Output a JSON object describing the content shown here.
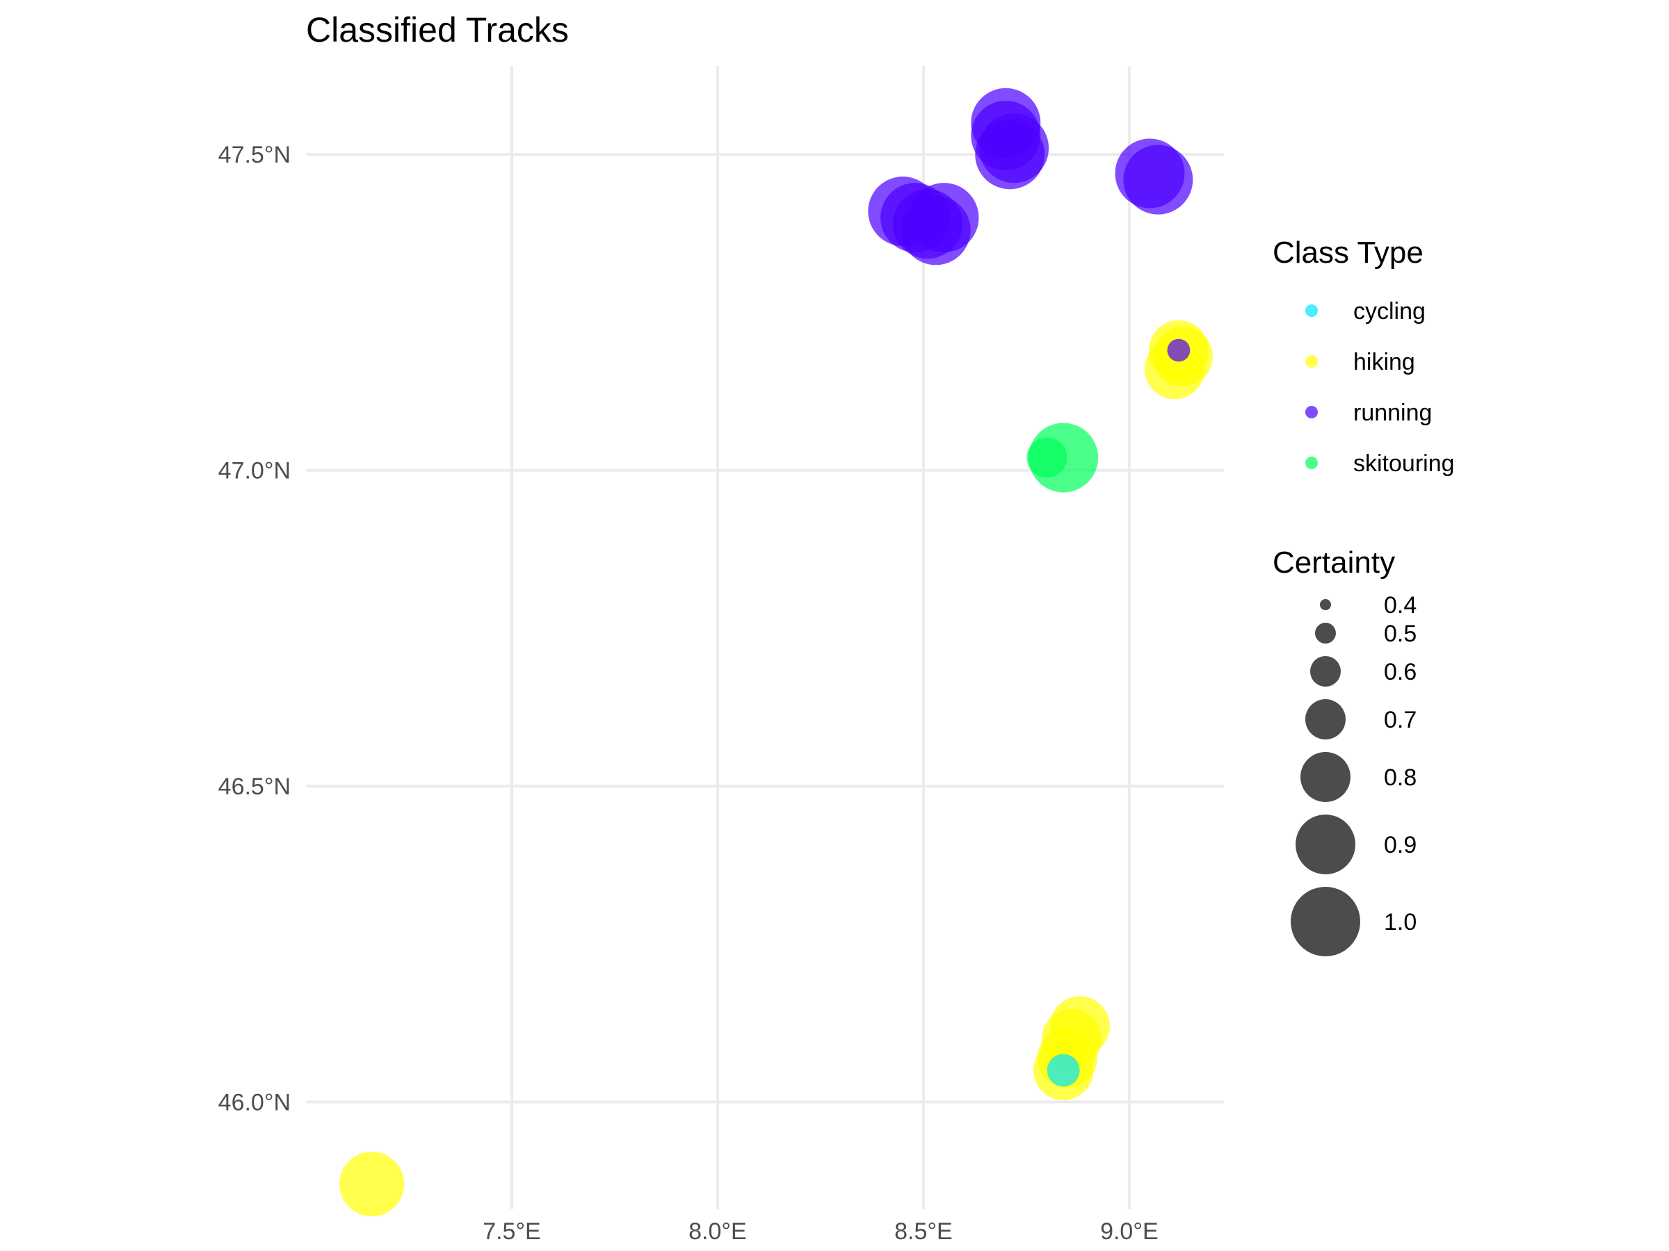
{
  "chart_data": {
    "type": "scatter",
    "title": "Classified Tracks",
    "xlabel": "",
    "ylabel": "",
    "xlim": [
      7.0,
      9.23
    ],
    "ylim": [
      45.83,
      47.64
    ],
    "x_ticks": [
      {
        "value": 7.5,
        "label": "7.5°E"
      },
      {
        "value": 8.0,
        "label": "8.0°E"
      },
      {
        "value": 8.5,
        "label": "8.5°E"
      },
      {
        "value": 9.0,
        "label": "9.0°E"
      }
    ],
    "y_ticks": [
      {
        "value": 46.0,
        "label": "46.0°N"
      },
      {
        "value": 46.5,
        "label": "46.5°N"
      },
      {
        "value": 47.0,
        "label": "47.0°N"
      },
      {
        "value": 47.5,
        "label": "47.5°N"
      }
    ],
    "grid": true,
    "legend_placement": "right",
    "color_legend": {
      "title": "Class Type",
      "entries": [
        {
          "label": "cycling",
          "color": "#00e5ff"
        },
        {
          "label": "hiking",
          "color": "#ffff00"
        },
        {
          "label": "running",
          "color": "#4b00ff"
        },
        {
          "label": "skitouring",
          "color": "#00ff5a"
        }
      ]
    },
    "size_legend": {
      "title": "Certainty",
      "entries": [
        {
          "label": "0.4",
          "value": 0.4
        },
        {
          "label": "0.5",
          "value": 0.5
        },
        {
          "label": "0.6",
          "value": 0.6
        },
        {
          "label": "0.7",
          "value": 0.7
        },
        {
          "label": "0.8",
          "value": 0.8
        },
        {
          "label": "0.9",
          "value": 0.9
        },
        {
          "label": "1.0",
          "value": 1.0
        }
      ]
    },
    "points": [
      {
        "lon": 7.16,
        "lat": 45.87,
        "class": "hiking",
        "certainty": 0.95
      },
      {
        "lon": 8.45,
        "lat": 47.41,
        "class": "running",
        "certainty": 1.0
      },
      {
        "lon": 8.48,
        "lat": 47.4,
        "class": "running",
        "certainty": 1.0
      },
      {
        "lon": 8.51,
        "lat": 47.39,
        "class": "running",
        "certainty": 1.0
      },
      {
        "lon": 8.53,
        "lat": 47.38,
        "class": "running",
        "certainty": 1.0
      },
      {
        "lon": 8.55,
        "lat": 47.4,
        "class": "running",
        "certainty": 1.0
      },
      {
        "lon": 8.7,
        "lat": 47.55,
        "class": "running",
        "certainty": 1.0
      },
      {
        "lon": 8.7,
        "lat": 47.53,
        "class": "running",
        "certainty": 1.0
      },
      {
        "lon": 8.71,
        "lat": 47.5,
        "class": "running",
        "certainty": 1.0
      },
      {
        "lon": 8.72,
        "lat": 47.51,
        "class": "running",
        "certainty": 1.0
      },
      {
        "lon": 9.05,
        "lat": 47.47,
        "class": "running",
        "certainty": 1.0
      },
      {
        "lon": 9.07,
        "lat": 47.46,
        "class": "running",
        "certainty": 1.0
      },
      {
        "lon": 9.12,
        "lat": 47.19,
        "class": "hiking",
        "certainty": 0.9
      },
      {
        "lon": 9.11,
        "lat": 47.16,
        "class": "hiking",
        "certainty": 0.9
      },
      {
        "lon": 9.13,
        "lat": 47.18,
        "class": "hiking",
        "certainty": 0.9
      },
      {
        "lon": 9.12,
        "lat": 47.19,
        "class": "running",
        "certainty": 0.52
      },
      {
        "lon": 8.8,
        "lat": 47.02,
        "class": "skitouring",
        "certainty": 0.7
      },
      {
        "lon": 8.84,
        "lat": 47.02,
        "class": "skitouring",
        "certainty": 1.0
      },
      {
        "lon": 8.88,
        "lat": 46.12,
        "class": "hiking",
        "certainty": 0.9
      },
      {
        "lon": 8.86,
        "lat": 46.1,
        "class": "hiking",
        "certainty": 0.9
      },
      {
        "lon": 8.85,
        "lat": 46.07,
        "class": "hiking",
        "certainty": 0.9
      },
      {
        "lon": 8.84,
        "lat": 46.05,
        "class": "hiking",
        "certainty": 0.9
      },
      {
        "lon": 8.84,
        "lat": 46.05,
        "class": "cycling",
        "certainty": 0.62
      }
    ]
  }
}
